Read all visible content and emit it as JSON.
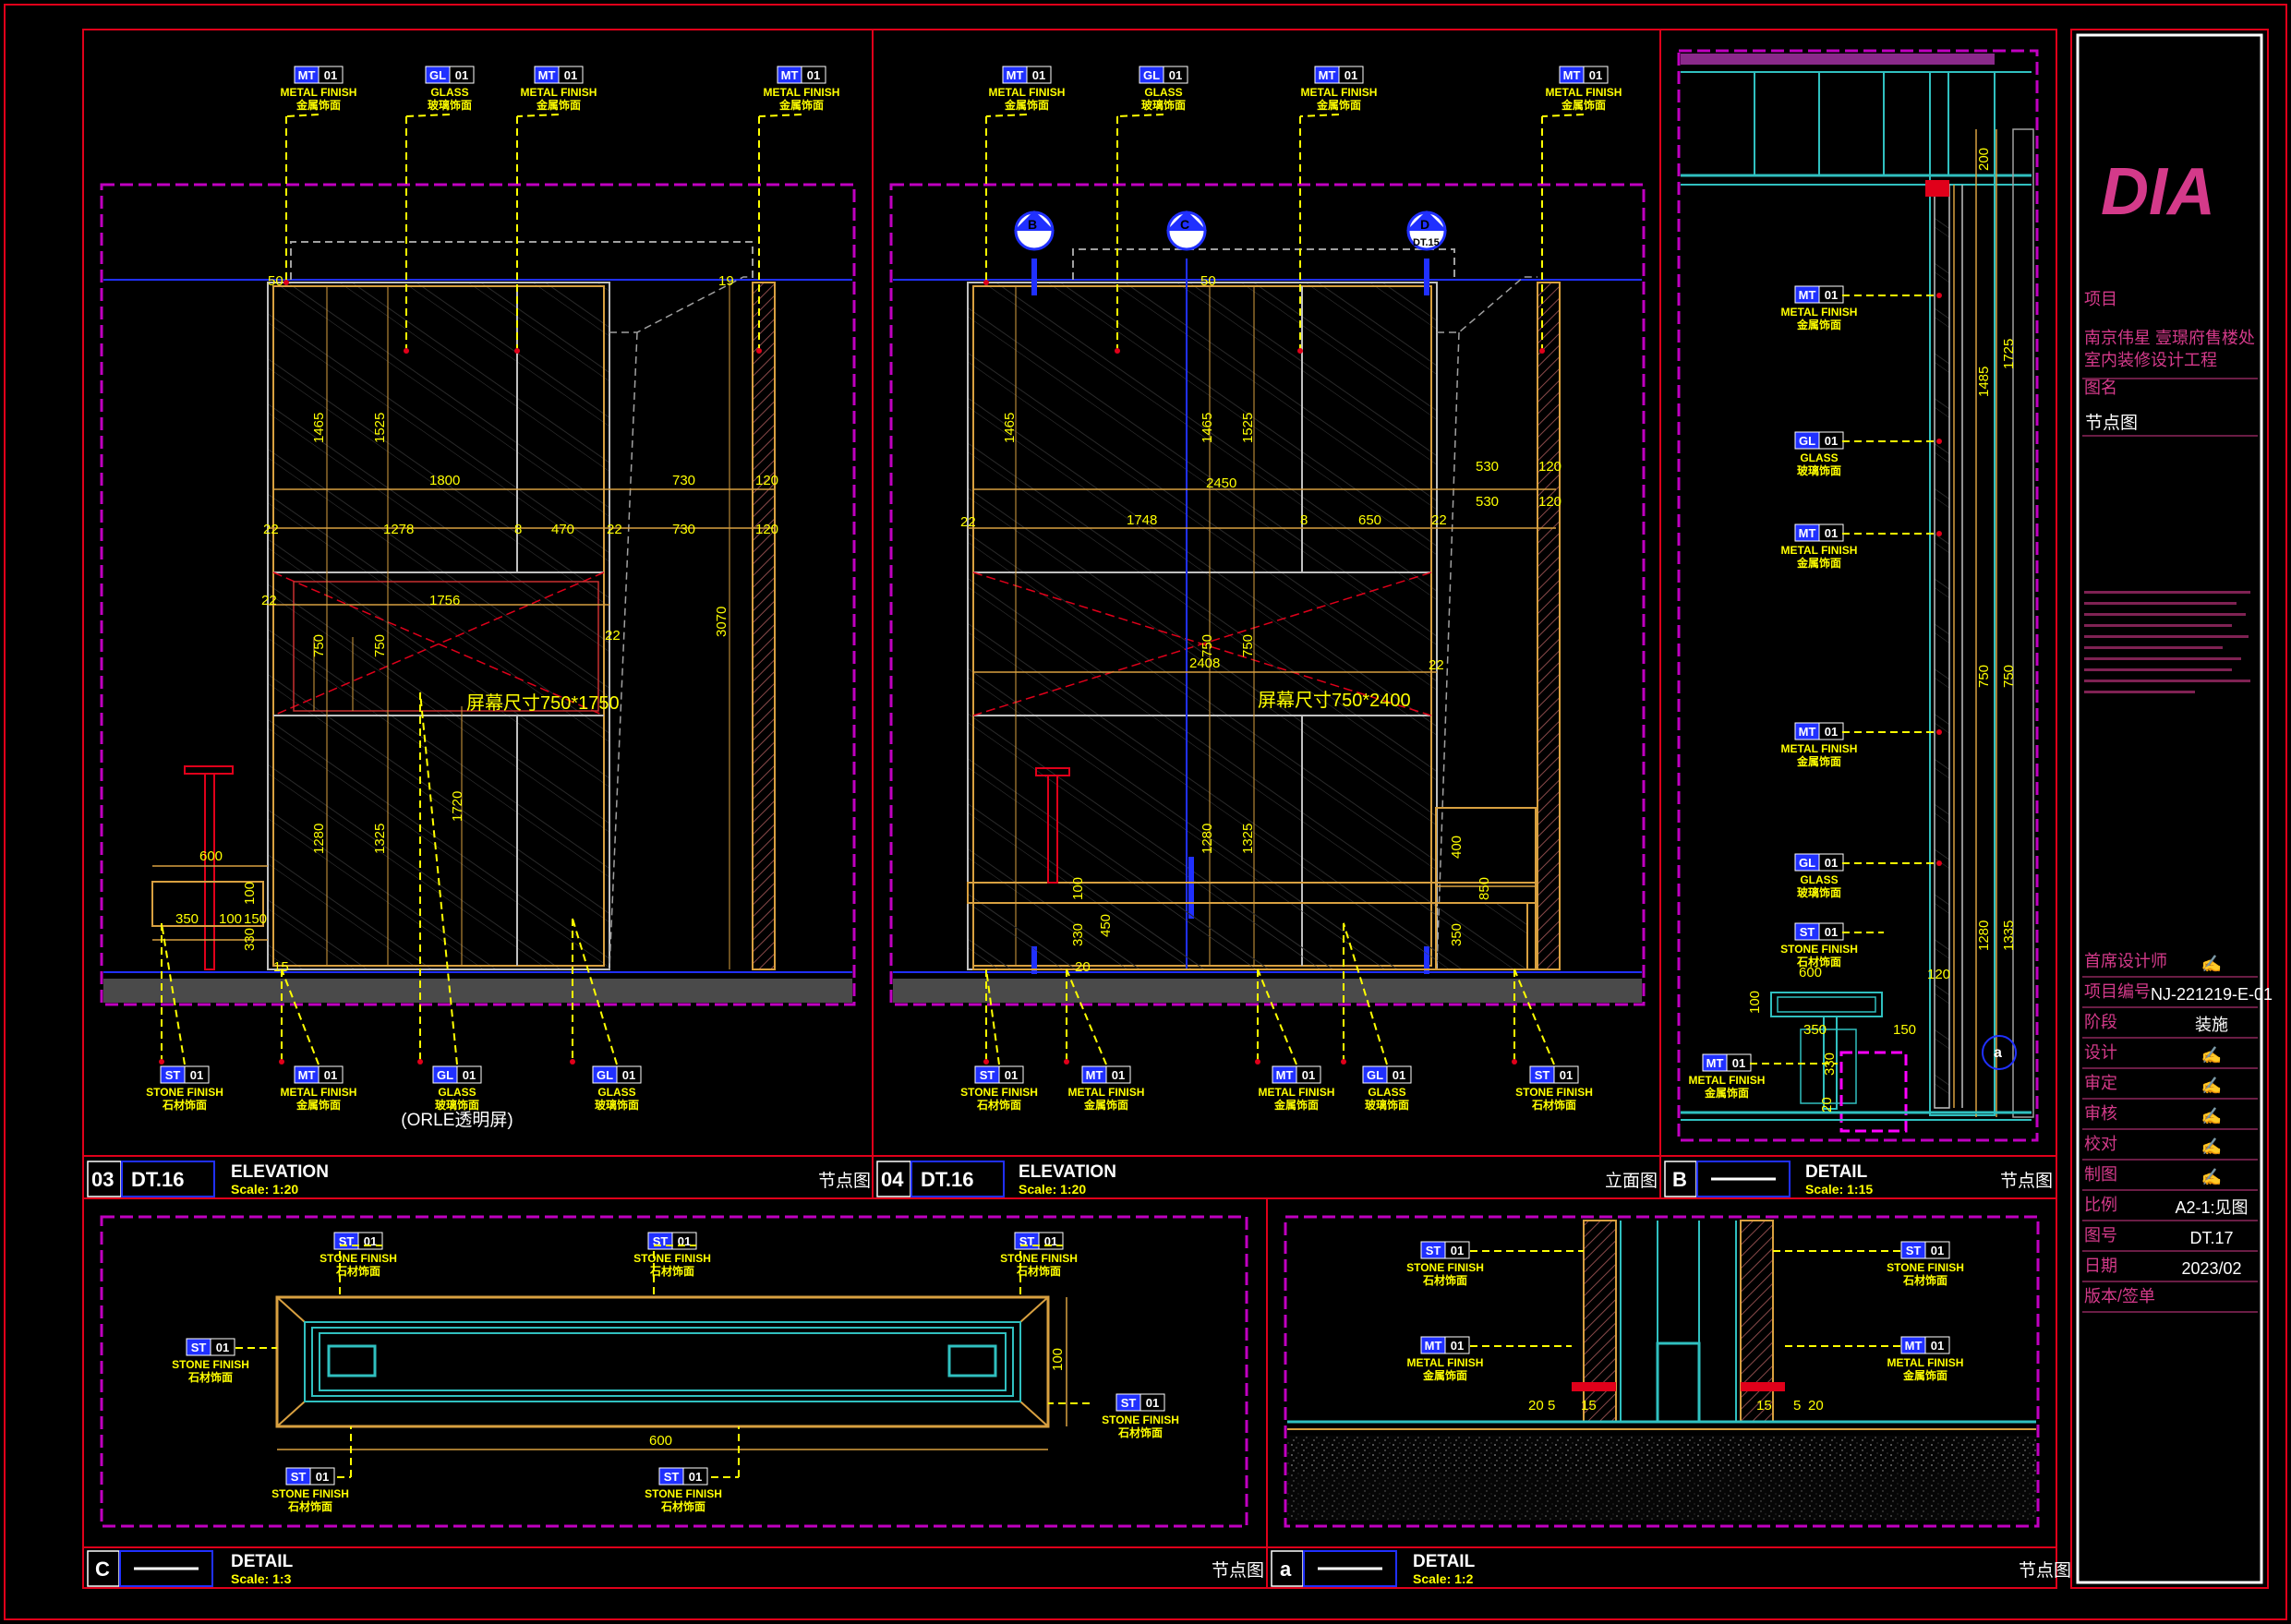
{
  "sheet": {
    "logo_text": "DIA",
    "project_label": "项目",
    "project_name_line1": "南京伟星 壹璟府售楼处",
    "project_name_line2": "室内装修设计工程",
    "drawing_label": "图名",
    "drawing_name": "节点图",
    "sign_rows": [
      {
        "label": "首席设计师",
        "value": "✍"
      },
      {
        "label": "项目编号",
        "value": "NJ-221219-E-01"
      },
      {
        "label": "阶段",
        "value": "装施"
      },
      {
        "label": "设计",
        "value": "✍"
      },
      {
        "label": "审定",
        "value": "✍"
      },
      {
        "label": "审核",
        "value": "✍"
      },
      {
        "label": "校对",
        "value": "✍"
      },
      {
        "label": "制图",
        "value": "✍"
      },
      {
        "label": "比例",
        "value": "A2-1:见图"
      },
      {
        "label": "图号",
        "value": "DT.17"
      },
      {
        "label": "日期",
        "value": "2023/02"
      },
      {
        "label": "版本/签单",
        "value": ""
      }
    ],
    "colors": {
      "frame": "#e0001a",
      "panel": "#c000c0",
      "dim": "#ffff00",
      "axis": "#2030ff",
      "structure": "#30c0c0",
      "accent": "#d43a8a"
    }
  },
  "materials": {
    "mt_code": "MT",
    "mt_num": "01",
    "mt_en": "METAL FINISH",
    "mt_zh": "金属饰面",
    "gl_code": "GL",
    "gl_num": "01",
    "gl_en": "GLASS",
    "gl_zh": "玻璃饰面",
    "st_code": "ST",
    "st_num": "01",
    "st_en": "STONE FINISH",
    "st_zh": "石材饰面",
    "gl_note": "(ORLE透明屏)"
  },
  "views": {
    "v03": {
      "num": "03",
      "ref": "DT.16",
      "title": "ELEVATION",
      "scale": "Scale: 1:20",
      "type": "节点图",
      "screen_note": "屏幕尺寸750*1750"
    },
    "v04": {
      "num": "04",
      "ref": "DT.16",
      "title": "ELEVATION",
      "scale": "Scale: 1:20",
      "type": "立面图",
      "screen_note": "屏幕尺寸750*2400"
    },
    "vB": {
      "num": "B",
      "title": "DETAIL",
      "scale": "Scale: 1:15",
      "type": "节点图"
    },
    "vC": {
      "num": "C",
      "title": "DETAIL",
      "scale": "Scale: 1:3",
      "type": "节点图"
    },
    "va": {
      "num": "a",
      "title": "DETAIL",
      "scale": "Scale: 1:2",
      "type": "节点图"
    }
  },
  "section_marks": {
    "b": "B",
    "c": "C",
    "d": "D",
    "d_ref": "DT.15",
    "a": "a"
  },
  "dims": {
    "v03": {
      "w1800": "1800",
      "w1278": "1278",
      "w8": "8",
      "w470": "470",
      "w22a": "22",
      "w22b": "22",
      "w1756": "1756",
      "w730a": "730",
      "w730b": "730",
      "w120a": "120",
      "w120b": "120",
      "h1465": "1465",
      "h1525": "1525",
      "h750a": "750",
      "h750b": "750",
      "h1280": "1280",
      "h1325": "1325",
      "h1720": "1720",
      "h3070": "3070",
      "w600": "600",
      "w350": "350",
      "w100": "100",
      "w150": "150",
      "h100": "100",
      "h330": "330",
      "s50": "50",
      "s15": "15",
      "s19": "19",
      "d22l": "22",
      "d22r": "22"
    },
    "v04": {
      "w2450": "2450",
      "w1748": "1748",
      "w8": "8",
      "w650": "650",
      "w22": "22",
      "w530a": "530",
      "w530b": "530",
      "w120a": "120",
      "w120b": "120",
      "h1465": "1465",
      "h1525": "1525",
      "h750a": "750",
      "h750b": "750",
      "h2408": "2408",
      "h1280": "1280",
      "h1325": "1325",
      "h400": "400",
      "h350": "350",
      "h850": "850",
      "h100": "100",
      "h330": "330",
      "h450": "450",
      "s50": "50",
      "s22l": "22",
      "s22r": "22",
      "s20": "20"
    },
    "vB": {
      "h200": "200",
      "h1485": "1485",
      "h1725": "1725",
      "h750a": "750",
      "h750b": "750",
      "h1280": "1280",
      "h1335": "1335",
      "w600": "600",
      "w350": "350",
      "w150": "150",
      "h100": "100",
      "h120": "120",
      "h330": "330",
      "h20": "20"
    },
    "vC": {
      "w600": "600",
      "h100": "100"
    },
    "va": {
      "d20a": "20",
      "d5a": "5",
      "d15a": "15",
      "d15b": "15",
      "d5b": "5",
      "d20b": "20"
    }
  }
}
